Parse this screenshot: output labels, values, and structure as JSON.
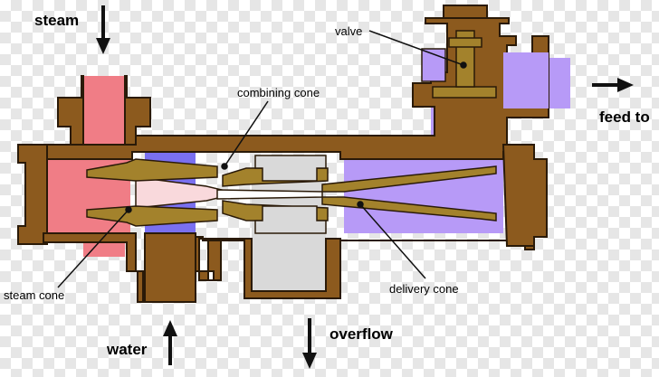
{
  "diagram": {
    "labels": {
      "steam": "steam",
      "water": "water",
      "overflow": "overflow",
      "feed_to": "feed to",
      "valve": "valve",
      "combining_cone": "combining cone",
      "steam_cone": "steam cone",
      "delivery_cone": "delivery cone"
    },
    "colors": {
      "body": "#8c5a1e",
      "body_outline": "#2a1a08",
      "cone": "#a3822c",
      "steam": "#f07d86",
      "water": "#7a70f0",
      "feed": "#b79af7",
      "overflow": "#d9d9d9"
    }
  }
}
